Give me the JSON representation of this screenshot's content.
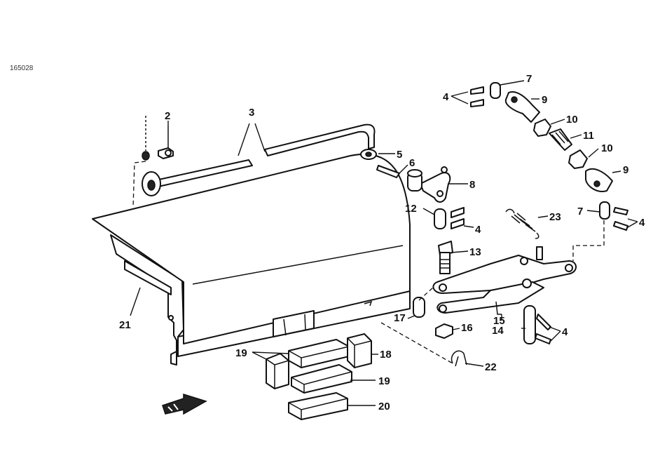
{
  "figure_code": "165028",
  "callouts": {
    "c2": "2",
    "c3": "3",
    "c4a": "4",
    "c4b": "4",
    "c4c": "4",
    "c4d": "4",
    "c5": "5",
    "c6": "6",
    "c7a": "7",
    "c7b": "7",
    "c8": "8",
    "c9a": "9",
    "c9b": "9",
    "c10a": "10",
    "c10b": "10",
    "c11": "11",
    "c12": "12",
    "c13": "13",
    "c14": "14",
    "c15": "15",
    "c16": "16",
    "c17": "17",
    "c18": "18",
    "c19a": "19",
    "c19b": "19",
    "c20": "20",
    "c21": "21",
    "c22": "22",
    "c23": "23"
  },
  "colors": {
    "ink": "#111111",
    "paper": "#ffffff"
  },
  "icons": {
    "direction": "front-direction-arrow-icon"
  }
}
